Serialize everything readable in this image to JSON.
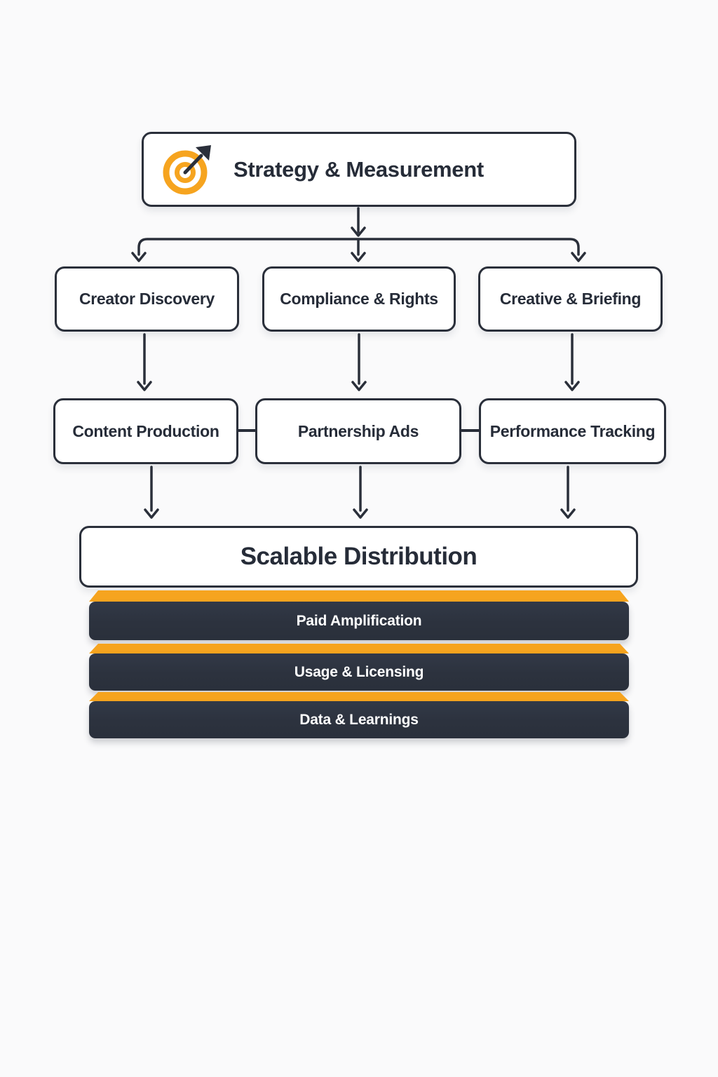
{
  "diagram": {
    "title_node": {
      "label": "Strategy & Measurement",
      "icon": "target-icon"
    },
    "row2": [
      {
        "label": "Creator Discovery"
      },
      {
        "label": "Compliance & Rights"
      },
      {
        "label": "Creative & Briefing"
      }
    ],
    "row3": [
      {
        "label": "Content Production"
      },
      {
        "label": "Partnership Ads"
      },
      {
        "label": "Performance Tracking"
      }
    ],
    "distribution": {
      "label": "Scalable Distribution"
    },
    "layers": [
      {
        "label": "Paid Amplification"
      },
      {
        "label": "Usage & Licensing"
      },
      {
        "label": "Data & Learnings"
      }
    ],
    "colors": {
      "background": "#fafafb",
      "ink": "#2a2f3a",
      "text_dark": "#262c38",
      "accent_orange": "#f6a41f",
      "bar_background": "#2c323e",
      "bar_text": "#ffffff",
      "node_background": "#ffffff"
    }
  }
}
